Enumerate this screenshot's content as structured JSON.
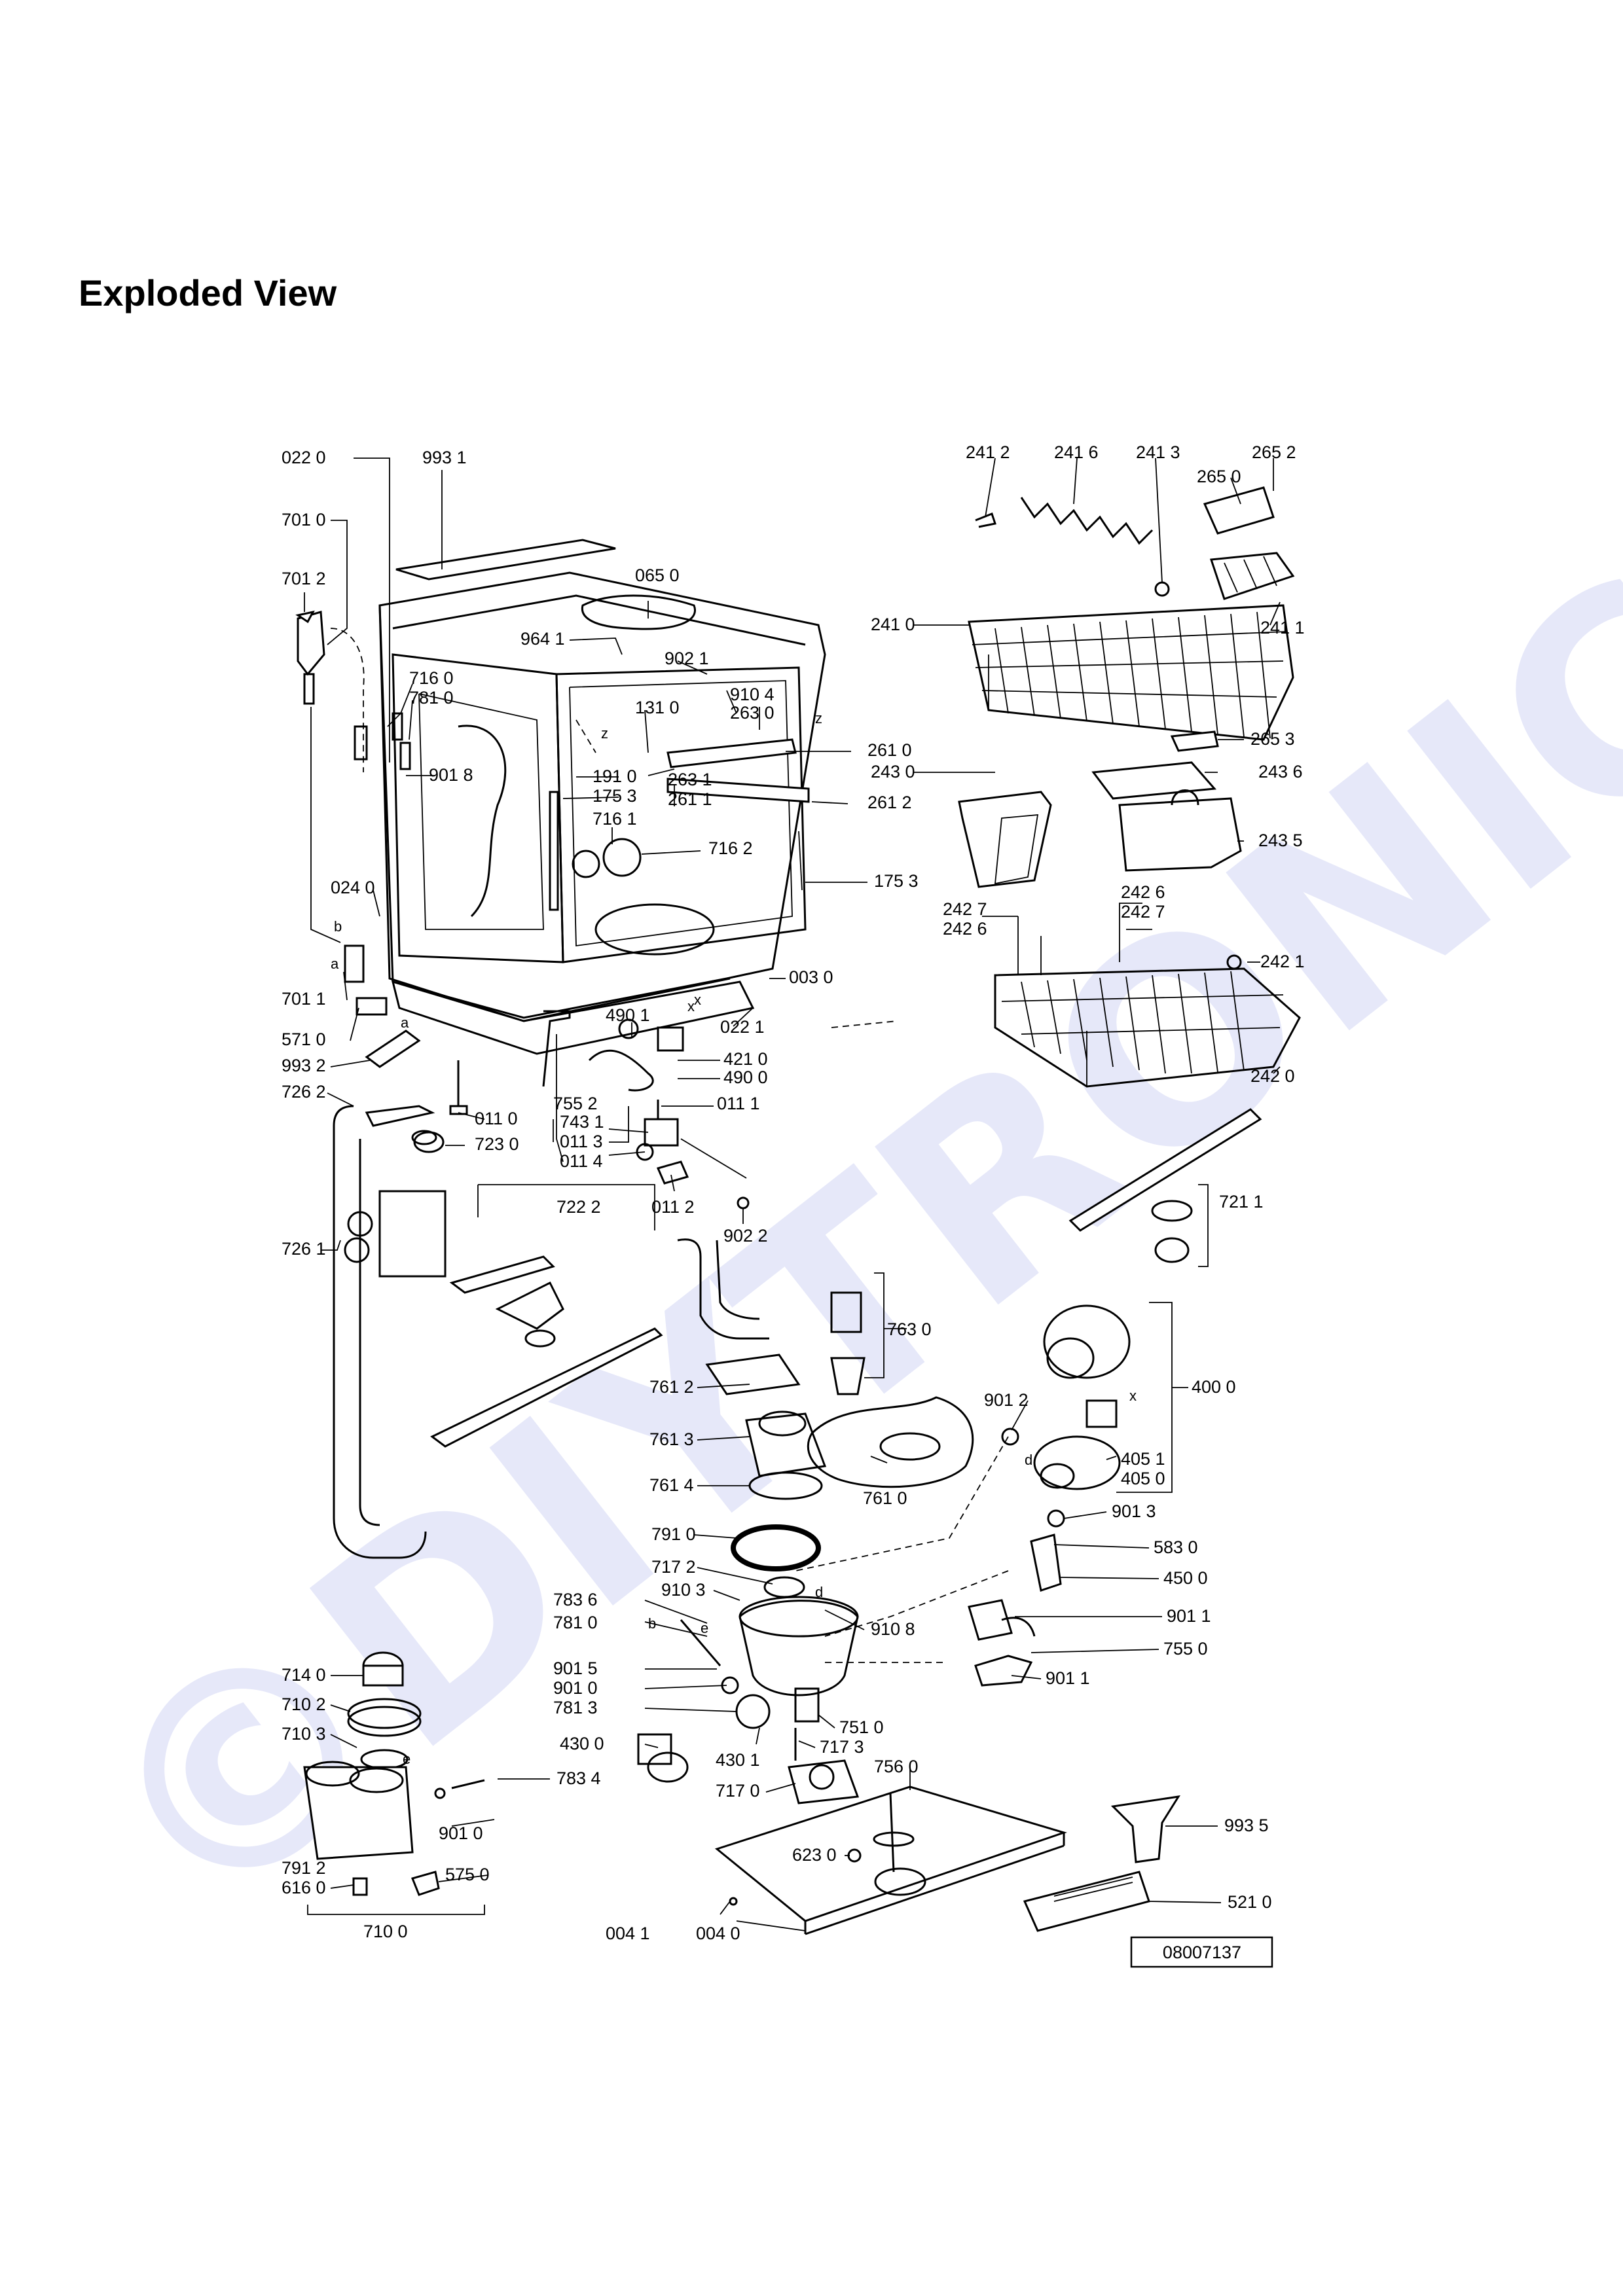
{
  "page": {
    "title": "Exploded View"
  },
  "watermark": {
    "text": "©DIYTRONIC.cz",
    "color": "#c8cdf2"
  },
  "drawing_number": "08007137",
  "callouts": {
    "p0220": "022 0",
    "p9931": "993 1",
    "p7010": "701 0",
    "p7012": "701 2",
    "p0650": "065 0",
    "p9641": "964 1",
    "p9021": "902 1",
    "p9104": "910 4",
    "p2630": "263 0",
    "p7160": "716 0",
    "p7810": "781 0",
    "p1310": "131 0",
    "p9018": "901 8",
    "p1910": "191 0",
    "p1753a": "175 3",
    "p2631": "263 1",
    "p2611": "261 1",
    "p2610": "261 0",
    "p2612": "261 2",
    "p7161": "716 1",
    "p7162": "716 2",
    "p1753b": "175 3",
    "p0240": "024 0",
    "p7011": "701 1",
    "p0030": "003 0",
    "p5710": "571 0",
    "p4901": "490 1",
    "p0221": "022 1",
    "p9932": "993 2",
    "p4210": "421 0",
    "p4900": "490 0",
    "p7262": "726 2",
    "p0110": "011 0",
    "p7552": "755 2",
    "p0111": "011 1",
    "p7431": "743 1",
    "p0113": "011 3",
    "p7230": "723 0",
    "p0114": "011 4",
    "p0112": "011 2",
    "p7222": "722 2",
    "p9022": "902 2",
    "p7261": "726 1",
    "p2412": "241 2",
    "p2416": "241 6",
    "p2413": "241 3",
    "p2652": "265 2",
    "p2650": "265 0",
    "p2410": "241 0",
    "p2411": "241 1",
    "p2653": "265 3",
    "p2430": "243 0",
    "p2436": "243 6",
    "p2435": "243 5",
    "p2426a": "242 6",
    "p2427a": "242 7",
    "p2427b": "242 7",
    "p2426b": "242 6",
    "p2421": "242 1",
    "p2420": "242 0",
    "p7211": "721 1",
    "p7630": "763 0",
    "p4000": "400 0",
    "p7612": "761 2",
    "p9012": "901 2",
    "p7613": "761 3",
    "p4051": "405 1",
    "p4050": "405 0",
    "p7614": "761 4",
    "p7610": "761 0",
    "p9013": "901 3",
    "p7910": "791 0",
    "p5830": "583 0",
    "p7172": "717 2",
    "p4500": "450 0",
    "p7836": "783 6",
    "p9103": "910 3",
    "p9011a": "901 1",
    "p7810b": "781 0",
    "p9108": "910 8",
    "p7550": "755 0",
    "p9015": "901 5",
    "p9011b": "901 1",
    "p9010a": "901 0",
    "p7813": "781 3",
    "p7510": "751 0",
    "p4300": "430 0",
    "p7173": "717 3",
    "p4301": "430 1",
    "p7560": "756 0",
    "p7170": "717 0",
    "p7834": "783 4",
    "p7140": "714 0",
    "p7102": "710 2",
    "p7103": "710 3",
    "p7912": "791 2",
    "p9010b": "901 0",
    "p6160": "616 0",
    "p5750": "575 0",
    "p7100": "710 0",
    "p6230": "623 0",
    "p9935": "993 5",
    "p5210": "521 0",
    "p0041": "004 1",
    "p0040": "004 0"
  },
  "refs": {
    "a1": "a",
    "b1": "b",
    "a2": "a",
    "x1": "x",
    "z1": "z",
    "z2": "z",
    "x2": "x",
    "b2": "b",
    "e1": "e",
    "d1": "d",
    "d2": "d",
    "e2": "e",
    "x3": "x"
  }
}
